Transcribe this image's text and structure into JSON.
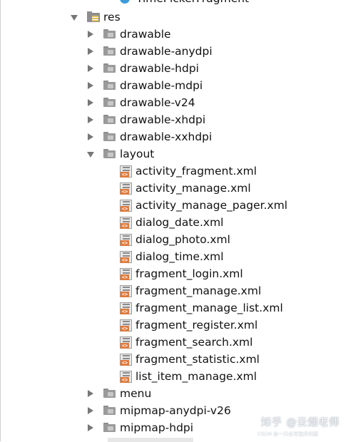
{
  "top_item": {
    "label": "TimePickerFragment",
    "icon": "java-class-icon"
  },
  "res": {
    "label": "res",
    "icon": "resources-folder-icon",
    "expanded": true
  },
  "folders_before": [
    {
      "label": "drawable",
      "expanded": false
    },
    {
      "label": "drawable-anydpi",
      "expanded": false
    },
    {
      "label": "drawable-hdpi",
      "expanded": false
    },
    {
      "label": "drawable-mdpi",
      "expanded": false
    },
    {
      "label": "drawable-v24",
      "expanded": false
    },
    {
      "label": "drawable-xhdpi",
      "expanded": false
    },
    {
      "label": "drawable-xxhdpi",
      "expanded": false
    }
  ],
  "layout": {
    "label": "layout",
    "expanded": true
  },
  "layout_files": [
    "activity_fragment.xml",
    "activity_manage.xml",
    "activity_manage_pager.xml",
    "dialog_date.xml",
    "dialog_photo.xml",
    "dialog_time.xml",
    "fragment_login.xml",
    "fragment_manage.xml",
    "fragment_manage_list.xml",
    "fragment_register.xml",
    "fragment_search.xml",
    "fragment_statistic.xml",
    "list_item_manage.xml"
  ],
  "folders_after": [
    {
      "label": "menu",
      "expanded": false
    },
    {
      "label": "mipmap-anydpi-v26",
      "expanded": false
    },
    {
      "label": "mipmap-hdpi",
      "expanded": false
    }
  ],
  "watermark": {
    "text": "知乎 @云烟老师",
    "small": "CSDN @一只会写程序的猫"
  },
  "colors": {
    "arrow": "#777777",
    "folder": "#9a9a9a",
    "xml_tag": "#e07a3a",
    "class": "#3d9bd9"
  }
}
